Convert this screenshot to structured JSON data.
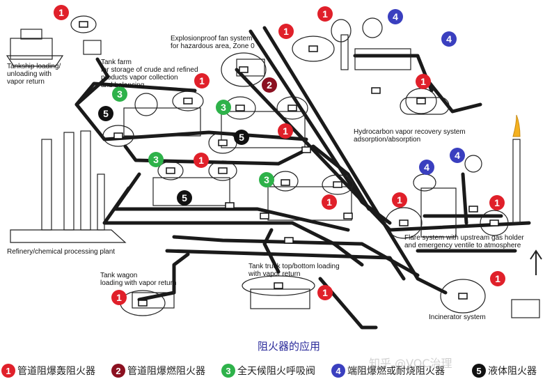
{
  "diagram": {
    "title": "阻火器的应用",
    "labels": {
      "tankship": "Tankship loading/\nunloading with\nvapor return",
      "tank_farm": "Tank farm\nfor storage of crude and refined\nproducts vapor collection\nand balancing",
      "explosion_fan": "Explosionproof fan system\nfor hazardous area, Zone 0",
      "hydrocarbon": "Hydrocarbon vapor recovery system\nadsorption/absorption",
      "refinery": "Refinery/chemical processing plant",
      "tank_wagon": "Tank wagon\nloading with vapor return",
      "tank_truck": "Tank truck top/bottom loading\nwith vapor return",
      "flare": "Flare system with upstream gas holder\nand emergency ventile to atmosphere",
      "incinerator": "Incinerator system"
    },
    "colors": {
      "type1": "#e0202a",
      "type2": "#8b1020",
      "type3": "#2eb24a",
      "type4": "#3a3fbf",
      "type5": "#111111",
      "pipe": "#1a1a1a",
      "title": "#2a2a9a"
    }
  },
  "legend": [
    {
      "num": "1",
      "text": "管道阻爆轰阻火器",
      "color_key": "type1"
    },
    {
      "num": "2",
      "text": "管道阻爆燃阻火器",
      "color_key": "type2"
    },
    {
      "num": "3",
      "text": "全天候阻火呼吸阀",
      "color_key": "type3"
    },
    {
      "num": "4",
      "text": "端阻爆燃或耐烧阻火器",
      "color_key": "type4"
    },
    {
      "num": "5",
      "text": "液体阻火器",
      "color_key": "type5"
    }
  ],
  "watermark": "知乎 @VOC治理"
}
